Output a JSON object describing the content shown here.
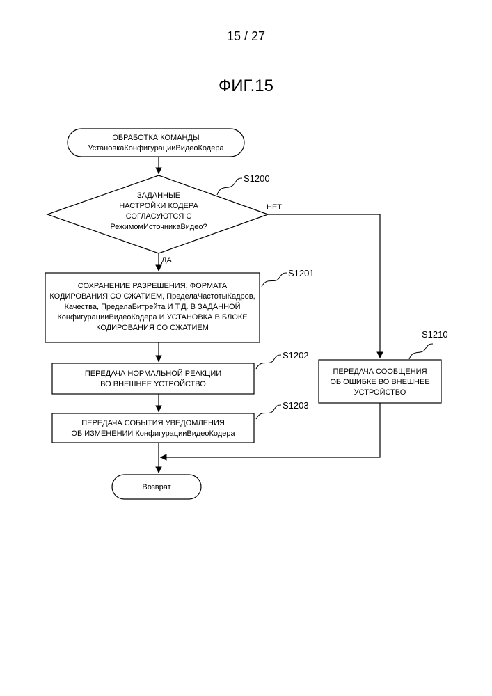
{
  "page_number": "15 / 27",
  "figure_title": "ФИГ.15",
  "nodes": {
    "start": {
      "lines": [
        "ОБРАБОТКА КОМАНДЫ",
        "УстановкаКонфигурацииВидеоКодера"
      ]
    },
    "decision": {
      "label": "S1200",
      "lines": [
        "ЗАДАННЫЕ",
        "НАСТРОЙКИ КОДЕРА",
        "СОГЛАСУЮТСЯ С",
        "РежимомИсточникаВидео?"
      ]
    },
    "s1201": {
      "label": "S1201",
      "lines": [
        "СОХРАНЕНИЕ РАЗРЕШЕНИЯ, ФОРМАТА",
        "КОДИРОВАНИЯ СО СЖАТИЕМ, ПределаЧастотыКадров,",
        "Качества, ПределаБитрейта И Т.Д. В ЗАДАННОЙ",
        "КонфигурацииВидеоКодера И УСТАНОВКА В БЛОКЕ",
        "КОДИРОВАНИЯ СО СЖАТИЕМ"
      ]
    },
    "s1202": {
      "label": "S1202",
      "lines": [
        "ПЕРЕДАЧА НОРМАЛЬНОЙ РЕАКЦИИ",
        "ВО ВНЕШНЕЕ УСТРОЙСТВО"
      ]
    },
    "s1203": {
      "label": "S1203",
      "lines": [
        "ПЕРЕДАЧА СОБЫТИЯ УВЕДОМЛЕНИЯ",
        "ОБ ИЗМЕНЕНИИ КонфигурацииВидеоКодера"
      ]
    },
    "s1210": {
      "label": "S1210",
      "lines": [
        "ПЕРЕДАЧА СООБЩЕНИЯ",
        "ОБ ОШИБКЕ ВО ВНЕШНЕЕ",
        "УСТРОЙСТВО"
      ]
    },
    "end": {
      "lines": [
        "Возврат"
      ]
    }
  },
  "branch_labels": {
    "yes": "ДА",
    "no": "НЕТ"
  }
}
